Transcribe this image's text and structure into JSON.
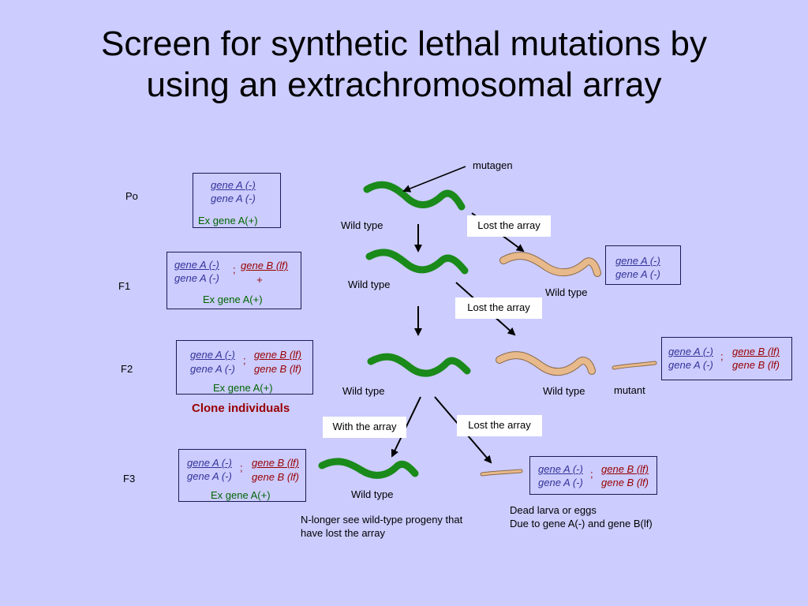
{
  "title": {
    "line1": "Screen for  synthetic lethal mutations by",
    "line2": "using an extrachromosomal array"
  },
  "colors": {
    "background": "#ccccff",
    "wild_worm": "#1a8a1a",
    "mutant_worm": "#e8b98a",
    "allele_a": "#333399",
    "allele_b": "#990000",
    "array": "#006600"
  },
  "generations": [
    "Po",
    "F1",
    "F2",
    "F3"
  ],
  "po_box": {
    "a1": "gene A (-)",
    "a2": "gene A (-)",
    "ex": "Ex gene A(+)"
  },
  "f1_box": {
    "a1": "gene A (-)",
    "a2": "gene A (-)",
    "sep": ";",
    "b1": "gene  B (lf)",
    "b2": "+",
    "ex": "Ex gene A(+)"
  },
  "f1_right_box": {
    "a1": "gene A (-)",
    "a2": "gene A (-)"
  },
  "f2_box": {
    "a1": "gene A (-)",
    "a2": "gene A (-)",
    "sep": ";",
    "b1": "gene  B (lf)",
    "b2": "gene B (lf)",
    "ex": "Ex gene A(+)"
  },
  "f2_right_box": {
    "a1": "gene A (-)",
    "a2": "gene A (-)",
    "sep": ";",
    "b1": "gene  B (lf)",
    "b2": "gene B (lf)"
  },
  "f3_box": {
    "a1": "gene A (-)",
    "a2": "gene A (-)",
    "sep": ";",
    "b1": "gene  B (lf)",
    "b2": "gene B (lf)",
    "ex": "Ex gene A(+)"
  },
  "f3_right_box": {
    "a1": "gene A (-)",
    "a2": "gene A (-)",
    "sep": ";",
    "b1": "gene  B (lf)",
    "b2": "gene B (lf)"
  },
  "labels": {
    "mutagen": "mutagen",
    "wild_type": "Wild type",
    "mutant": "mutant",
    "lost_array": "Lost the array",
    "with_array": "With the array",
    "clone": "Clone individuals",
    "dead_line1": "Dead larva or eggs",
    "dead_line2": "Due to gene A(-) and gene B(lf)",
    "nolonger_line1": "N-longer see wild-type progeny that",
    "nolonger_line2": "have lost the array"
  }
}
